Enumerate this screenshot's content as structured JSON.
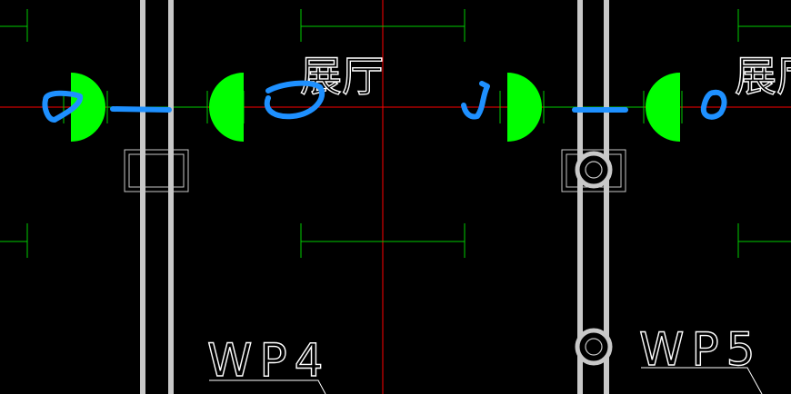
{
  "drawing": {
    "background": "#000000",
    "colors": {
      "axis": "#ff0000",
      "dimension": "#00cc00",
      "lamp_fill": "#00ff00",
      "pipe": "#c8c8c8",
      "text": "#ffffff",
      "annotation": "#1e90ff"
    },
    "room_labels": [
      "展厅",
      "展厅"
    ],
    "pipe_labels": [
      "WP4",
      "WP5"
    ],
    "icons": [
      "semicircle-lamp-icon",
      "valve-circle-icon",
      "box-fixture-icon",
      "freehand-annotation"
    ]
  }
}
